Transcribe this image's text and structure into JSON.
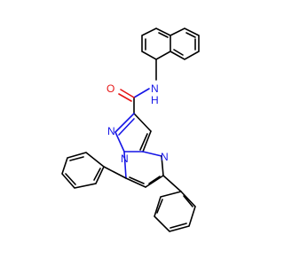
{
  "molecule": {
    "atoms": {
      "n_amide": "N",
      "h_amide": "H",
      "o_carbonyl": "O",
      "n1": "N",
      "n_bridge": "N",
      "n4": "N"
    },
    "colors": {
      "bond": "#000000",
      "nitrogen": "#1515e6",
      "oxygen": "#e61515"
    }
  }
}
